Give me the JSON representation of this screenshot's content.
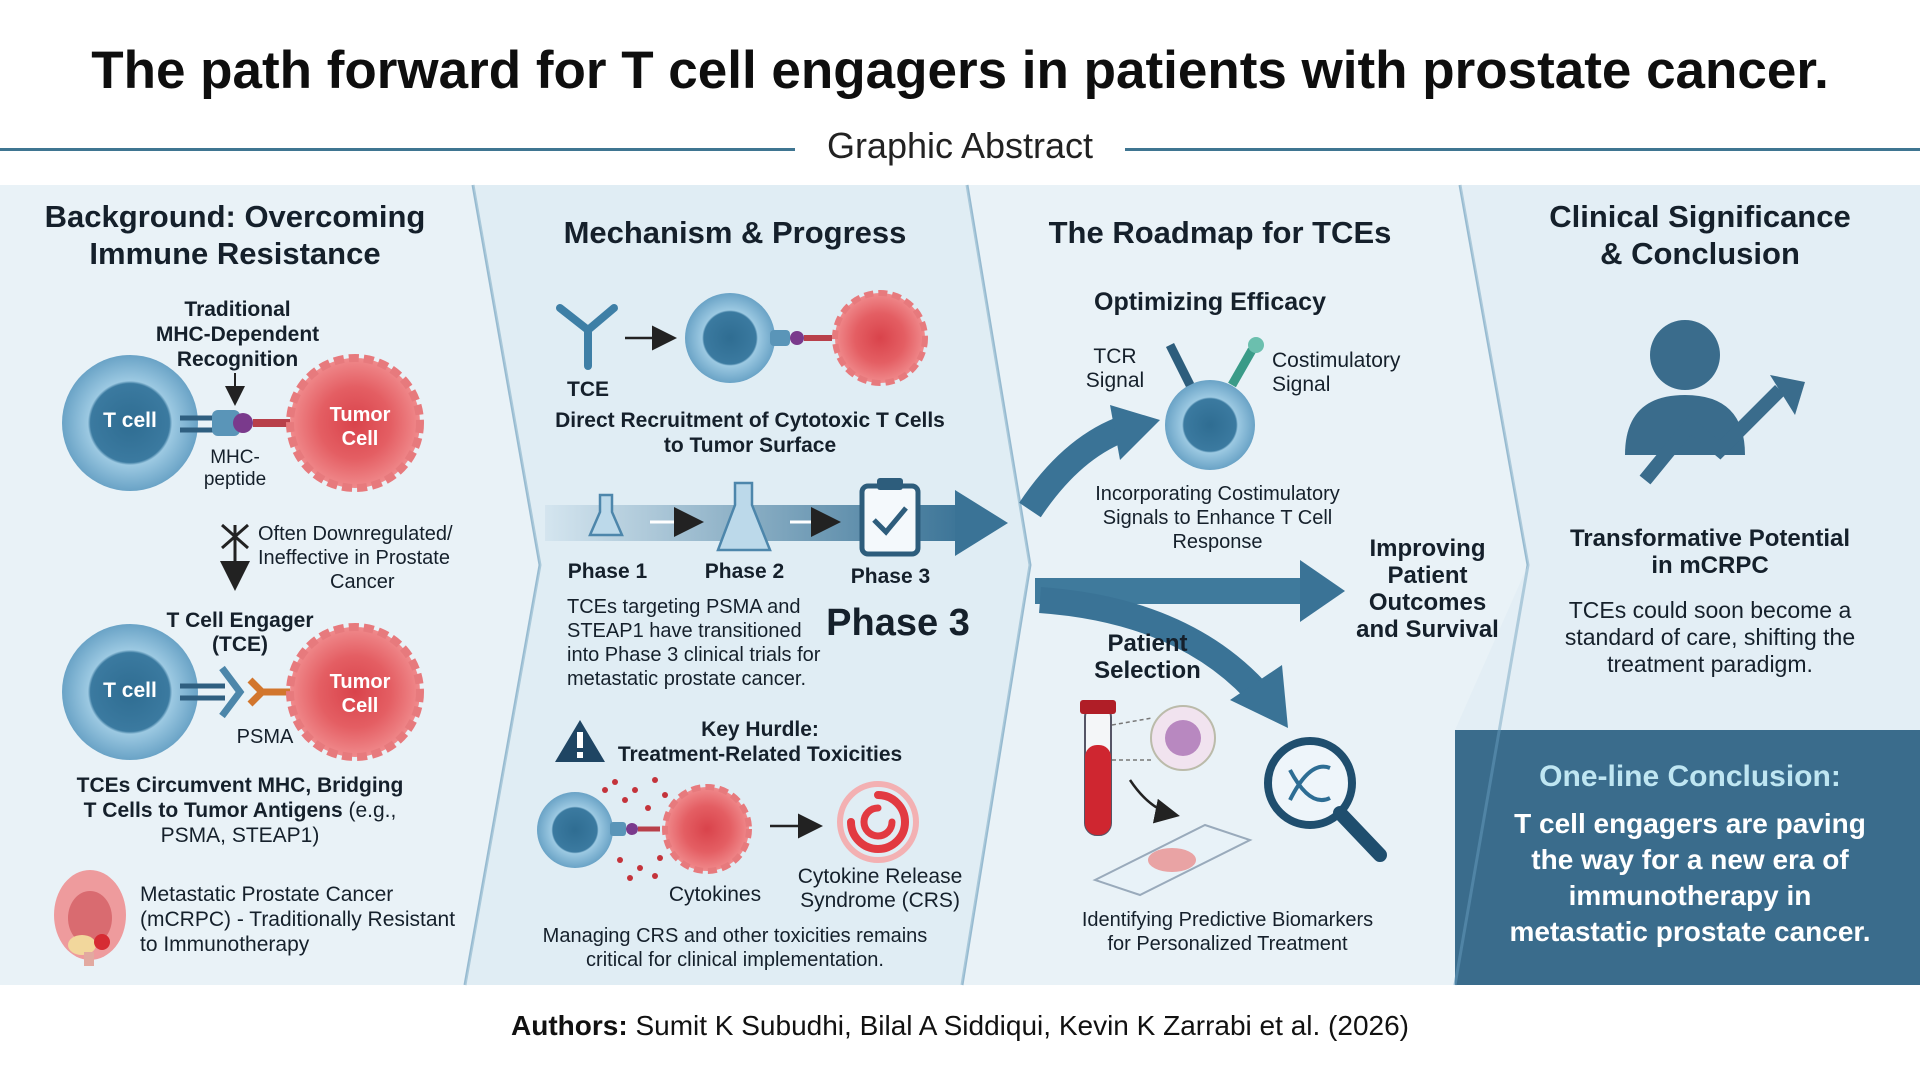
{
  "header": {
    "title": "The path forward for T cell engagers in patients with prostate cancer.",
    "subtitle": "Graphic Abstract"
  },
  "background": {
    "heading_line1": "Background: Overcoming",
    "heading_line2": "Immune Resistance",
    "traditional_line1": "Traditional",
    "traditional_line2": "MHC-Dependent",
    "traditional_line3": "Recognition",
    "tcell_label": "T cell",
    "tumor_label_line1": "Tumor",
    "tumor_label_line2": "Cell",
    "mhc_line1": "MHC-",
    "mhc_line2": "peptide",
    "downreg_line1": "Often Downregulated/",
    "downreg_line2": "Ineffective in Prostate",
    "downreg_line3": "Cancer",
    "tce_line1": "T Cell Engager",
    "tce_line2": "(TCE)",
    "psma_label": "PSMA",
    "circumvent_line1": "TCEs Circumvent MHC, Bridging",
    "circumvent_line2_bold": "T Cells to Tumor Antigens",
    "circumvent_line2_rest": " (e.g.,",
    "circumvent_line3": "PSMA, STEAP1)",
    "mcrpc_line1": "Metastatic Prostate Cancer",
    "mcrpc_line2": "(mCRPC) - Traditionally Resistant",
    "mcrpc_line3": "to Immunotherapy"
  },
  "mechanism": {
    "heading": "Mechanism & Progress",
    "tce_label": "TCE",
    "recruit_line1": "Direct Recruitment of Cytotoxic T Cells",
    "recruit_line2": "to Tumor Surface",
    "phase1": "Phase 1",
    "phase2": "Phase 2",
    "phase3_small": "Phase 3",
    "phase3_big": "Phase 3",
    "progress_line1": "TCEs targeting PSMA and",
    "progress_line2": "STEAP1 have transitioned",
    "progress_line3": "into Phase 3 clinical trials for",
    "progress_line4": "metastatic prostate cancer.",
    "hurdle_line1": "Key Hurdle:",
    "hurdle_line2": "Treatment-Related Toxicities",
    "cytokines": "Cytokines",
    "crs_line1": "Cytokine Release",
    "crs_line2": "Syndrome (CRS)",
    "manage_line1": "Managing CRS and other toxicities remains",
    "manage_line2": "critical for clinical implementation."
  },
  "roadmap": {
    "heading": "The Roadmap for TCEs",
    "efficacy": "Optimizing Efficacy",
    "tcr_line1": "TCR",
    "tcr_line2": "Signal",
    "costim_line1": "Costimulatory",
    "costim_line2": "Signal",
    "incorp_line1": "Incorporating Costimulatory",
    "incorp_line2": "Signals to Enhance T Cell",
    "incorp_line3": "Response",
    "improving_line1": "Improving",
    "improving_line2": "Patient",
    "improving_line3": "Outcomes",
    "improving_line4": "and Survival",
    "selection_line1": "Patient",
    "selection_line2": "Selection",
    "biomarker_line1": "Identifying Predictive Biomarkers",
    "biomarker_line2": "for Personalized Treatment"
  },
  "clinical": {
    "heading_line1": "Clinical Significance",
    "heading_line2": "& Conclusion",
    "transform_line1": "Transformative Potential",
    "transform_line2": "in mCRPC",
    "soc_line1": "TCEs could soon become a",
    "soc_line2": "standard of care, shifting the",
    "soc_line3": "treatment paradigm.",
    "oneline_heading": "One-line Conclusion:",
    "oneline_line1": "T cell engagers are paving",
    "oneline_line2": "the way for a new era of",
    "oneline_line3": "immunotherapy in",
    "oneline_line4": "metastatic prostate cancer."
  },
  "footer": {
    "authors_label": "Authors:",
    "authors_names": " Sumit K Subudhi, Bilal A Siddiqui, Kevin K Zarrabi et al. (2026)"
  },
  "colors": {
    "navy": "#3a6c8c",
    "tcell_fill": "#3f7fa6",
    "tumor_fill": "#e2575c",
    "concl_heading": "#bfe6f2",
    "panel_bg": "#e9f2f7"
  }
}
